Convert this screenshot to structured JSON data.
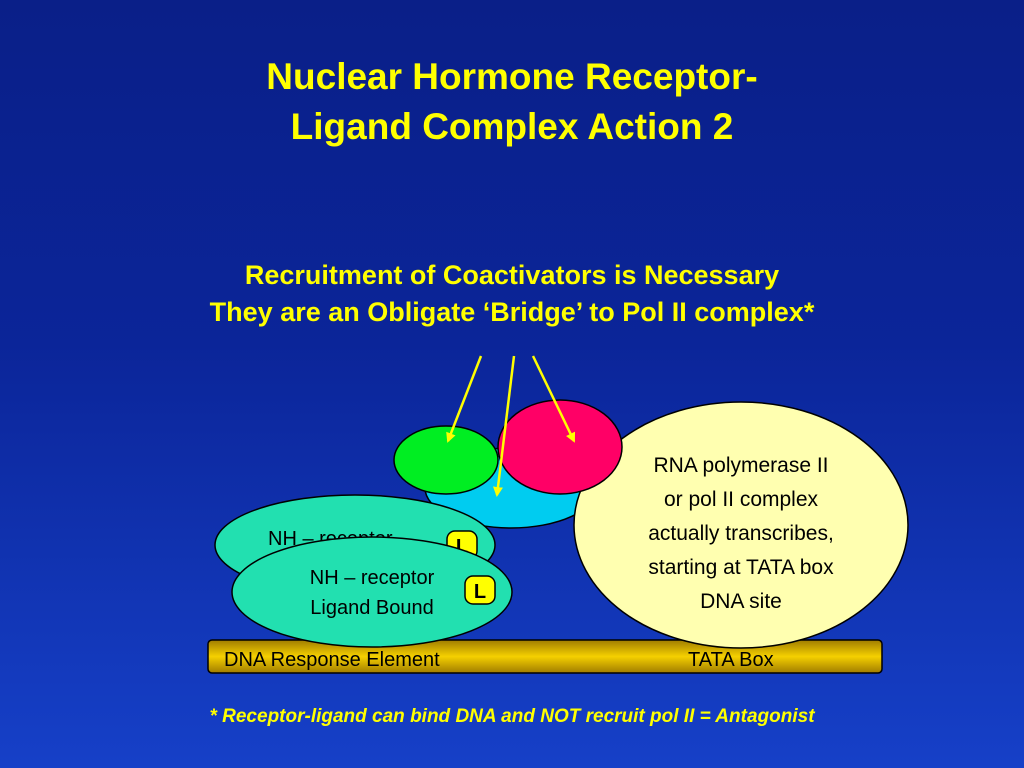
{
  "slide": {
    "title_lines": [
      "Nuclear Hormone Receptor-",
      "Ligand Complex Action 2"
    ],
    "subtitle_lines": [
      "Recruitment of Coactivators is Necessary",
      "They are an Obligate ‘Bridge’ to Pol II complex*"
    ],
    "footnote": "* Receptor-ligand can bind DNA and NOT recruit pol II = Antagonist"
  },
  "diagram": {
    "dna_bar": {
      "label_left": "DNA Response Element",
      "label_right": "TATA Box",
      "color": "#e8c000"
    },
    "receptor_back": {
      "label": "NH – receptor",
      "ligand": "L",
      "color": "#22e0b0"
    },
    "receptor_front": {
      "label_lines": [
        "NH – receptor",
        "Ligand Bound"
      ],
      "ligand": "L",
      "color": "#22e0b0"
    },
    "pol2": {
      "label_lines": [
        "RNA polymerase II",
        "or pol II complex",
        "actually transcribes,",
        "starting at TATA box",
        "DNA site"
      ],
      "color": "#ffffb0"
    },
    "coactivators": [
      {
        "name": "cyan-coactivator",
        "color": "#00ccf0"
      },
      {
        "name": "green-coactivator",
        "color": "#00ee22"
      },
      {
        "name": "magenta-coactivator",
        "color": "#ff0066"
      }
    ],
    "ligand_color": "#ffff00",
    "arrow_color": "#ffff00"
  }
}
